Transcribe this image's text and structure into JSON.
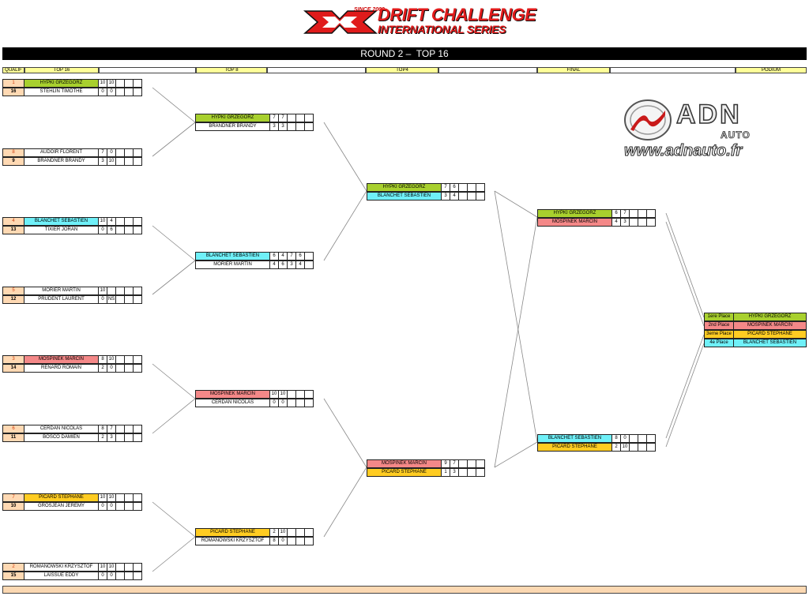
{
  "header": {
    "logo_since": "SINCE 2009",
    "logo_line1": "DRIFT CHALLENGE",
    "logo_line2": "INTERNATIONAL SERIES",
    "title": "ROUND 2 –  TOP 16"
  },
  "columns": [
    "QUALIF",
    "TOP 16",
    "",
    "TOP 8",
    "",
    "TOP4",
    "",
    "FINAL",
    "",
    "PODIUM"
  ],
  "sponsor": {
    "name": "ADN",
    "sub": "AUTO",
    "url": "www.adnauto.fr",
    "logo_icon": "adn-swoosh-icon"
  },
  "colors": {
    "green": "#a8d02e",
    "cyan": "#6ff0f8",
    "red": "#f48888",
    "yellow": "#ffcc22",
    "seed": "#ffd9b3"
  },
  "top16": [
    {
      "rows": [
        {
          "seed": "1",
          "name": "HYPKI GRZEGORZ",
          "scores": [
            "10",
            "10",
            "",
            "",
            ""
          ],
          "color": "green"
        },
        {
          "seed": "16",
          "name": "STEHLIN TIMOTHE",
          "scores": [
            "0",
            "0",
            "",
            "",
            ""
          ],
          "color": ""
        }
      ]
    },
    {
      "rows": [
        {
          "seed": "8",
          "name": "AUDOIR FLORENT",
          "scores": [
            "7",
            "0",
            "",
            "",
            ""
          ],
          "color": ""
        },
        {
          "seed": "9",
          "name": "BRANDNER BRANDY",
          "scores": [
            "3",
            "10",
            "",
            "",
            ""
          ],
          "color": ""
        }
      ]
    },
    {
      "rows": [
        {
          "seed": "4",
          "name": "BLANCHET SEBASTIEN",
          "scores": [
            "10",
            "4",
            "",
            "",
            ""
          ],
          "color": "cyan"
        },
        {
          "seed": "13",
          "name": "TIXIER JORAN",
          "scores": [
            "0",
            "6",
            "",
            "",
            ""
          ],
          "color": ""
        }
      ]
    },
    {
      "rows": [
        {
          "seed": "5",
          "name": "MORIER MARTIN",
          "scores": [
            "10",
            "",
            "",
            "",
            ""
          ],
          "color": ""
        },
        {
          "seed": "12",
          "name": "PRUDENT LAURENT",
          "scores": [
            "0",
            "NS",
            "",
            "",
            ""
          ],
          "color": ""
        }
      ]
    },
    {
      "rows": [
        {
          "seed": "3",
          "name": "MOSPINEK MARCIN",
          "scores": [
            "8",
            "10",
            "",
            "",
            ""
          ],
          "color": "red"
        },
        {
          "seed": "14",
          "name": "RENARD ROMAIN",
          "scores": [
            "2",
            "0",
            "",
            "",
            ""
          ],
          "color": ""
        }
      ]
    },
    {
      "rows": [
        {
          "seed": "6",
          "name": "CERDAN NICOLAS",
          "scores": [
            "8",
            "7",
            "",
            "",
            ""
          ],
          "color": ""
        },
        {
          "seed": "11",
          "name": "BOSCO DAMIEN",
          "scores": [
            "2",
            "3",
            "",
            "",
            ""
          ],
          "color": ""
        }
      ]
    },
    {
      "rows": [
        {
          "seed": "7",
          "name": "PICARD STEPHANE",
          "scores": [
            "10",
            "10",
            "",
            "",
            ""
          ],
          "color": "yellow"
        },
        {
          "seed": "10",
          "name": "GROSJEAN JEREMY",
          "scores": [
            "0",
            "0",
            "",
            "",
            ""
          ],
          "color": ""
        }
      ]
    },
    {
      "rows": [
        {
          "seed": "2",
          "name": "ROMANOWSKI KRZYSZTOF",
          "scores": [
            "10",
            "10",
            "",
            "",
            ""
          ],
          "color": ""
        },
        {
          "seed": "15",
          "name": "LAISSUE EDDY",
          "scores": [
            "0",
            "0",
            "",
            "",
            ""
          ],
          "color": ""
        }
      ]
    }
  ],
  "top8": [
    {
      "rows": [
        {
          "name": "HYPKI GRZEGORZ",
          "scores": [
            "7",
            "7",
            "",
            "",
            ""
          ],
          "color": "green"
        },
        {
          "name": "BRANDNER BRANDY",
          "scores": [
            "3",
            "3",
            "",
            "",
            ""
          ],
          "color": ""
        }
      ]
    },
    {
      "rows": [
        {
          "name": "BLANCHET SEBASTIEN",
          "scores": [
            "6",
            "4",
            "7",
            "6",
            ""
          ],
          "color": "cyan"
        },
        {
          "name": "MORIER MARTIN",
          "scores": [
            "4",
            "6",
            "3",
            "4",
            ""
          ],
          "color": ""
        }
      ]
    },
    {
      "rows": [
        {
          "name": "MOSPINEK MARCIN",
          "scores": [
            "10",
            "10",
            "",
            "",
            ""
          ],
          "color": "red"
        },
        {
          "name": "CERDAN NICOLAS",
          "scores": [
            "0",
            "0",
            "",
            "",
            ""
          ],
          "color": ""
        }
      ]
    },
    {
      "rows": [
        {
          "name": "PICARD STEPHANE",
          "scores": [
            "2",
            "10",
            "",
            "",
            ""
          ],
          "color": "yellow"
        },
        {
          "name": "ROMANOWSKI KRZYSZTOF",
          "scores": [
            "8",
            "0",
            "",
            "",
            ""
          ],
          "color": ""
        }
      ]
    }
  ],
  "top4": [
    {
      "rows": [
        {
          "name": "HYPKI GRZEGORZ",
          "scores": [
            "7",
            "6",
            "",
            "",
            ""
          ],
          "color": "green"
        },
        {
          "name": "BLANCHET SEBASTIEN",
          "scores": [
            "3",
            "4",
            "",
            "",
            ""
          ],
          "color": "cyan"
        }
      ]
    },
    {
      "rows": [
        {
          "name": "MOSPINEK MARCIN",
          "scores": [
            "9",
            "7",
            "",
            "",
            ""
          ],
          "color": "red"
        },
        {
          "name": "PICARD STEPHANE",
          "scores": [
            "1",
            "3",
            "",
            "",
            ""
          ],
          "color": "yellow"
        }
      ]
    }
  ],
  "final": [
    {
      "rows": [
        {
          "name": "HYPKI GRZEGORZ",
          "scores": [
            "6",
            "7",
            "",
            "",
            ""
          ],
          "color": "green"
        },
        {
          "name": "MOSPINEK MARCIN",
          "scores": [
            "4",
            "3",
            "",
            "",
            ""
          ],
          "color": "red"
        }
      ]
    },
    {
      "rows": [
        {
          "name": "BLANCHET SEBASTIEN",
          "scores": [
            "8",
            "0",
            "",
            "",
            ""
          ],
          "color": "cyan"
        },
        {
          "name": "PICARD STEPHANE",
          "scores": [
            "2",
            "10",
            "",
            "",
            ""
          ],
          "color": "yellow"
        }
      ]
    }
  ],
  "podium": [
    {
      "place": "1ere Place",
      "name": "HYPKI GRZEGORZ",
      "color": "green"
    },
    {
      "place": "2nd Place",
      "name": "MOSPINEK MARCIN",
      "color": "red"
    },
    {
      "place": "3eme Place",
      "name": "PICARD STEPHANE",
      "color": "yellow"
    },
    {
      "place": "4e Place",
      "name": "BLANCHET SEBASTIEN",
      "color": "cyan"
    }
  ]
}
